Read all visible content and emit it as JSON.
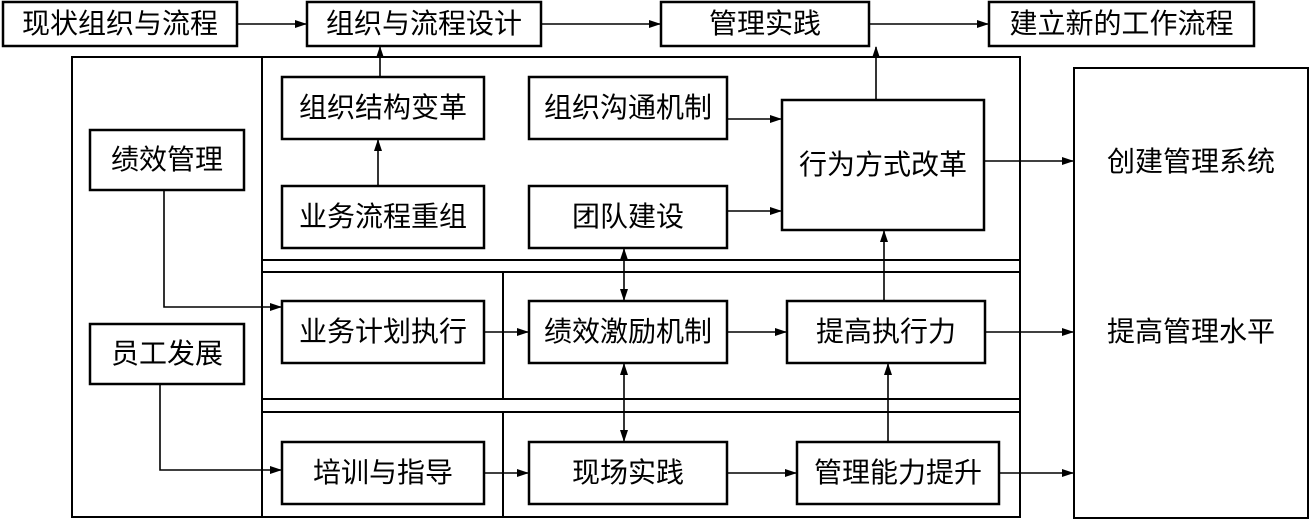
{
  "top_row": {
    "current_org_process": "现状组织与流程",
    "org_process_design": "组织与流程设计",
    "management_practice": "管理实践",
    "new_workflow": "建立新的工作流程"
  },
  "left": {
    "performance_management": "绩效管理",
    "employee_development": "员工发展"
  },
  "upper_block": {
    "org_structure_reform": "组织结构变革",
    "business_process_reorg": "业务流程重组",
    "org_communication": "组织沟通机制",
    "team_building": "团队建设",
    "behavior_reform": "行为方式改革"
  },
  "middle_block": {
    "business_plan_execution": "业务计划执行",
    "performance_incentive": "绩效激励机制",
    "execution_improvement": "提高执行力"
  },
  "lower_block": {
    "training_guidance": "培训与指导",
    "onsite_practice": "现场实践",
    "management_ability": "管理能力提升"
  },
  "right": {
    "build_management_system": "创建管理系统",
    "improve_management_level": "提高管理水平"
  }
}
